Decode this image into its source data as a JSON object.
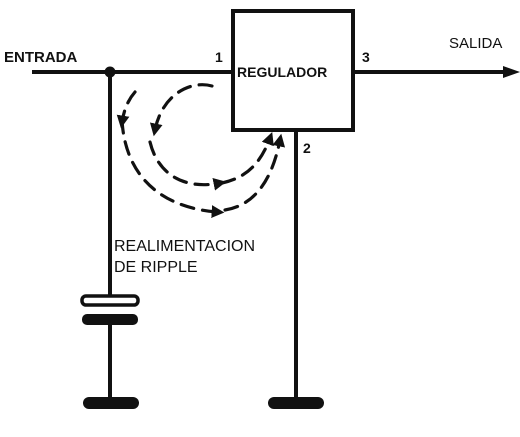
{
  "labels": {
    "input": "ENTRADA",
    "output": "SALIDA",
    "regulator": "REGULADOR",
    "pin_in": "1",
    "pin_gnd": "2",
    "pin_out": "3",
    "feedback_line1": "REALIMENTACION",
    "feedback_line2": "DE RIPPLE"
  },
  "icons": {
    "capacitor": "capacitor-symbol",
    "ground": "ground-bar",
    "arrow": "arrow-head"
  },
  "colors": {
    "ink": "#111111",
    "background": "#ffffff"
  }
}
